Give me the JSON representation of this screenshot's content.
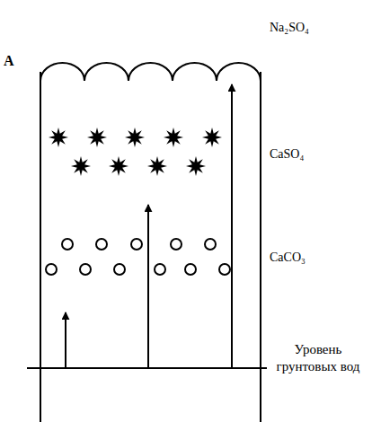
{
  "diagram": {
    "labels": [
      "A",
      "Na₂SO₄",
      "CaSO₄",
      "CaCO₃",
      "Уровень грунтовых вод"
    ]
  }
}
